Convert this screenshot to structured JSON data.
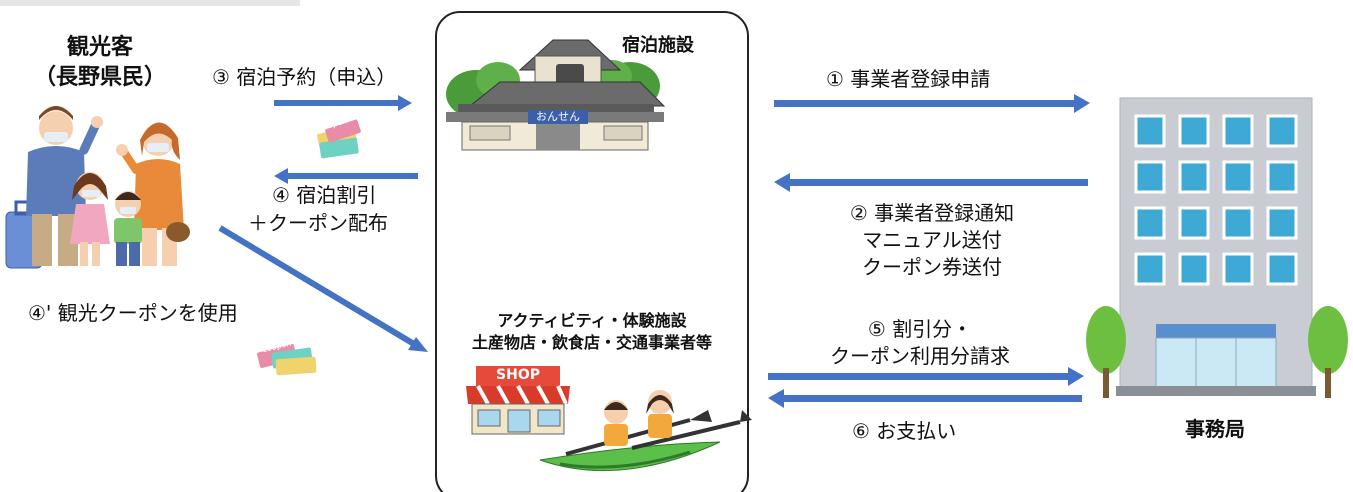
{
  "tourists": {
    "title_line1": "観光客",
    "title_line2": "（長野県民）"
  },
  "hotel": {
    "title": "宿泊施設",
    "sign_text": "おんせん"
  },
  "shops": {
    "line1": "アクティビティ・体験施設",
    "line2": "土産物店・飲食店・交通事業者等",
    "shop_sign": "SHOP"
  },
  "office": {
    "title": "事務局"
  },
  "steps": {
    "s1": "① 事業者登録申請",
    "s2_line1": "② 事業者登録通知",
    "s2_line2": "マニュアル送付",
    "s2_line3": "クーポン券送付",
    "s3": "③ 宿泊予約（申込）",
    "s4_line1": "④ 宿泊割引",
    "s4_line2": "＋クーポン配布",
    "s4b": "④' 観光クーポンを使用",
    "s5_line1": "⑤ 割引分・",
    "s5_line2": "クーポン利用分請求",
    "s6": "⑥ お支払い"
  },
  "coupon_text": "coupon",
  "colors": {
    "arrow": "#4472C4",
    "box_border": "#222222",
    "building": "#C9CDD3",
    "window": "#3FA9D6",
    "tree": "#6CBF3F"
  }
}
